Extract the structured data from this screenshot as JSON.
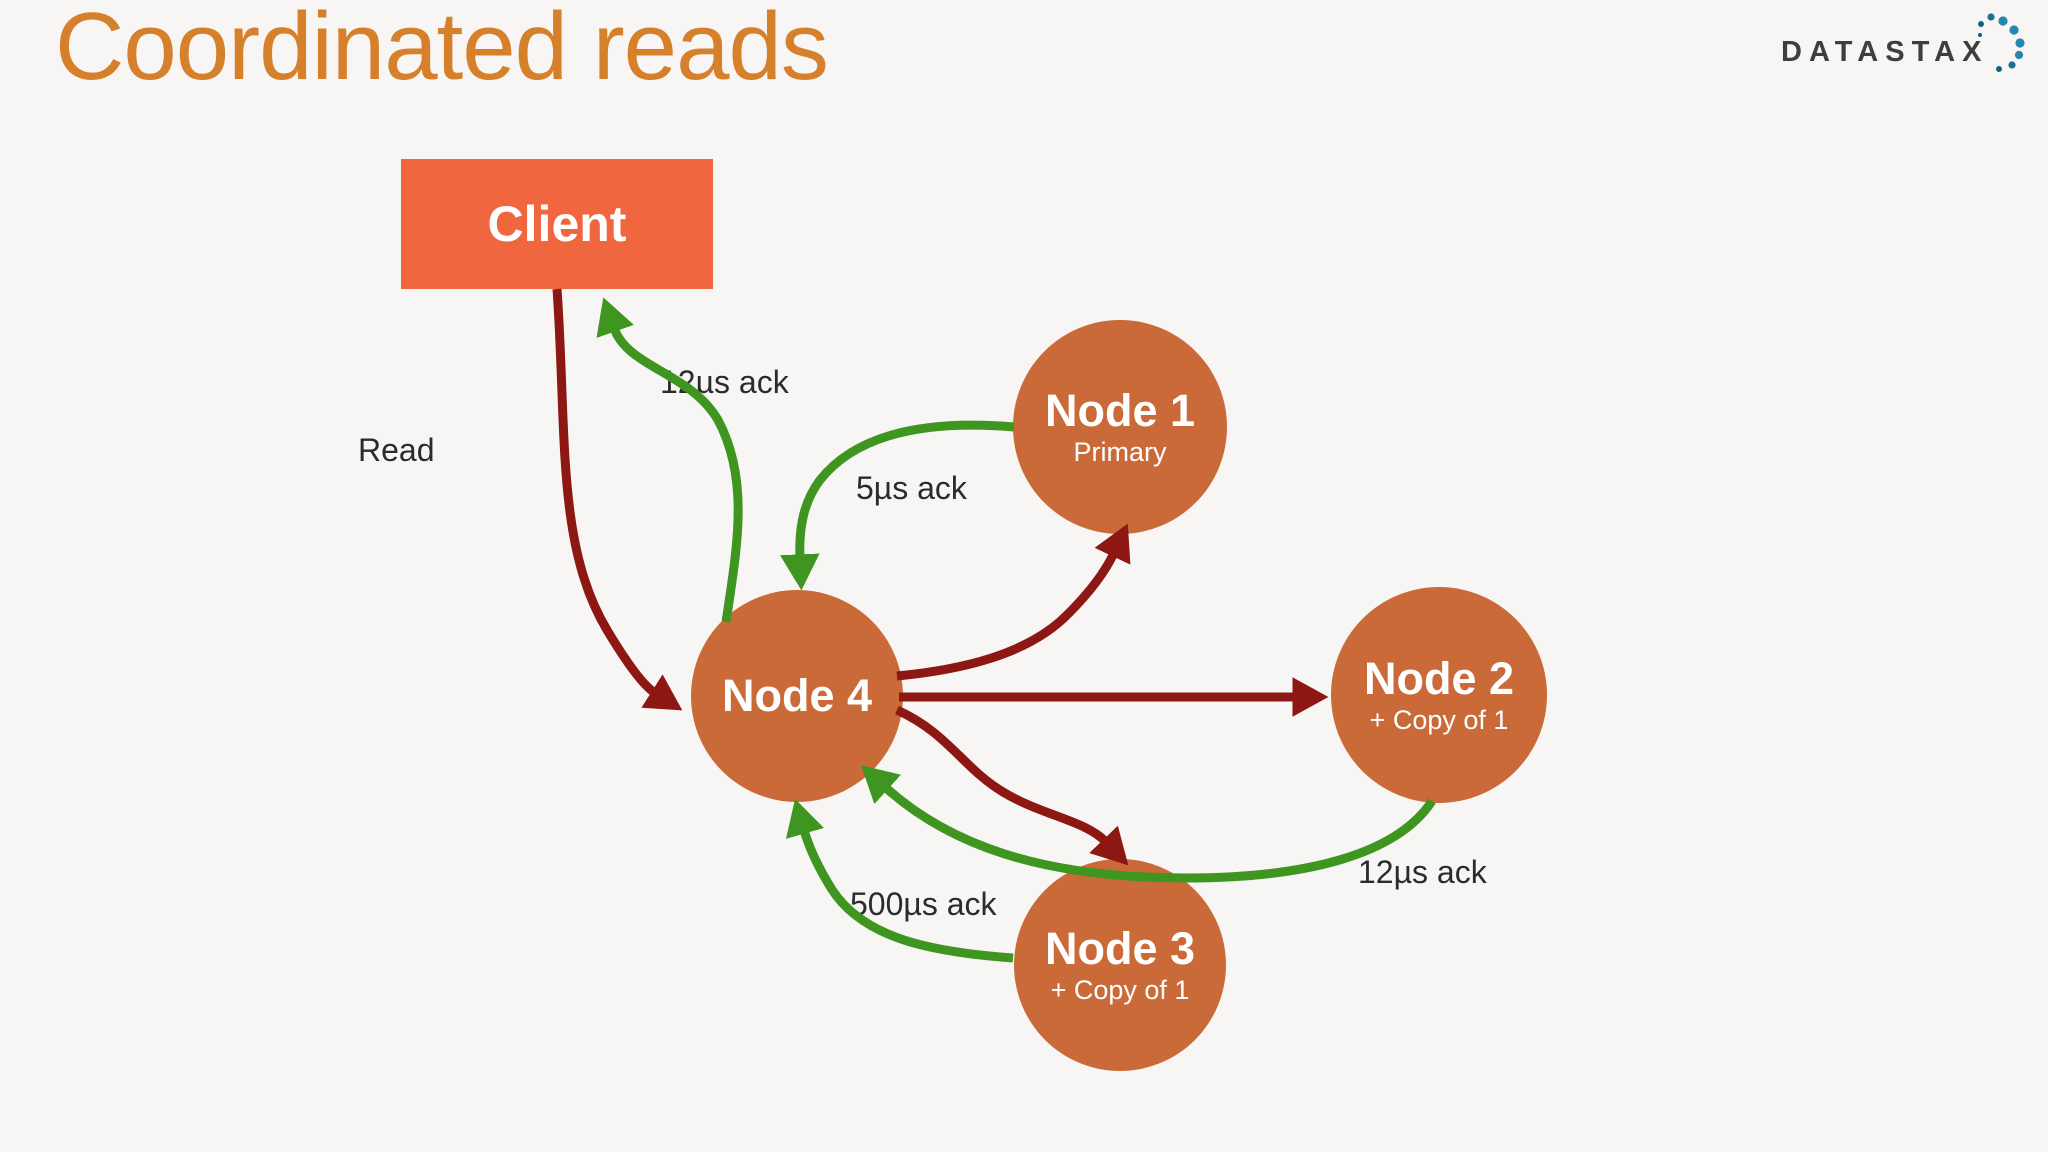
{
  "background": "#f7f6f4",
  "title": {
    "text": "Coordinated reads",
    "color": "#d6802c"
  },
  "logo": {
    "text": "DATASTAX",
    "text_color": "#3e3e3e",
    "dot_color": "#2487b2"
  },
  "diagram": {
    "client": {
      "label": "Client",
      "color": "#f0673f"
    },
    "node_color": "#ca6a38",
    "nodes": [
      {
        "label": "Node 1",
        "sublabel": "Primary"
      },
      {
        "label": "Node 2",
        "sublabel": "+ Copy of 1"
      },
      {
        "label": "Node 3",
        "sublabel": "+ Copy of 1"
      },
      {
        "label": "Node 4",
        "sublabel": ""
      }
    ],
    "edge_labels": {
      "read": "Read",
      "ack_to_client": "12µs ack",
      "ack_node1": "5µs ack",
      "ack_node3": "500µs ack",
      "ack_node2": "12µs ack"
    },
    "colors": {
      "request": "#8c1713",
      "ack": "#3e951f"
    }
  }
}
